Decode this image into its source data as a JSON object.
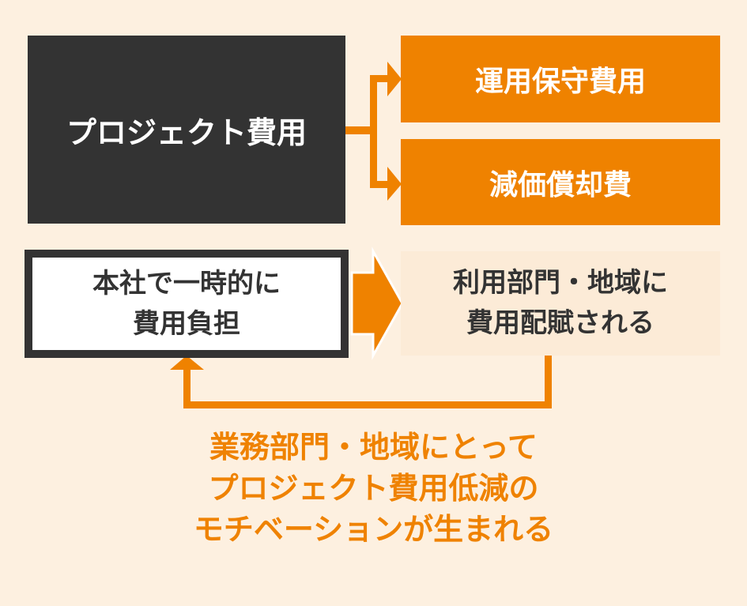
{
  "project_cost": "プロジェクト費用",
  "outputs": [
    "運用保守費用",
    "減価償却費"
  ],
  "hq_box": {
    "line1": "本社で一時的に",
    "line2": "費用負担"
  },
  "dept_box": {
    "line1": "利用部門・地域に",
    "line2": "費用配賦される"
  },
  "note": {
    "line1": "業務部門・地域にとって",
    "line2": "プロジェクト費用低減の",
    "line3": "モチベーションが生まれる"
  },
  "colors": {
    "background": "#fdf0e0",
    "orange": "#ef8200",
    "dark": "#333333"
  }
}
